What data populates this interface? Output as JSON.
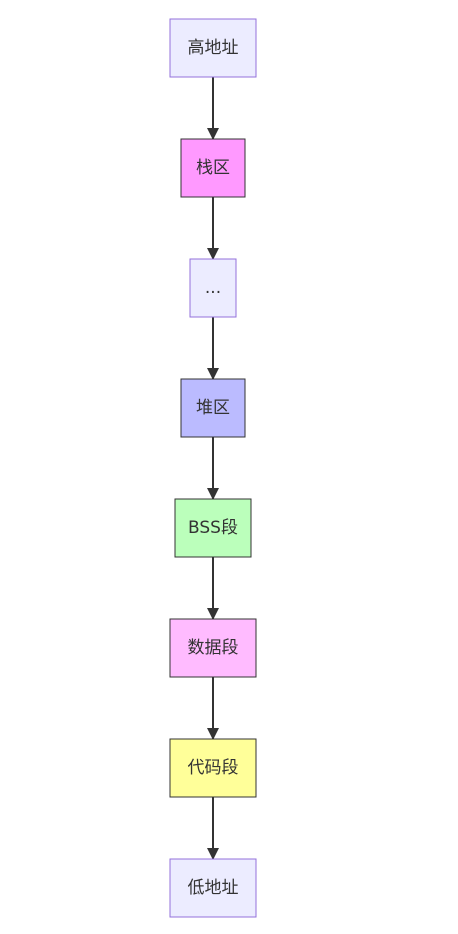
{
  "diagram": {
    "nodes": [
      {
        "id": "high",
        "label": "高地址",
        "fill": "#ECECFF",
        "stroke": "#9370DB"
      },
      {
        "id": "stack",
        "label": "栈区",
        "fill": "#FF99FF",
        "stroke": "#333333"
      },
      {
        "id": "ellipsis",
        "label": "...",
        "fill": "#ECECFF",
        "stroke": "#9370DB"
      },
      {
        "id": "heap",
        "label": "堆区",
        "fill": "#BBBBFF",
        "stroke": "#333333"
      },
      {
        "id": "bss",
        "label": "BSS段",
        "fill": "#BBFFBB",
        "stroke": "#333333"
      },
      {
        "id": "data",
        "label": "数据段",
        "fill": "#FFBBFF",
        "stroke": "#333333"
      },
      {
        "id": "code",
        "label": "代码段",
        "fill": "#FFFF99",
        "stroke": "#333333"
      },
      {
        "id": "low",
        "label": "低地址",
        "fill": "#ECECFF",
        "stroke": "#9370DB"
      }
    ],
    "edges": [
      {
        "from": "high",
        "to": "stack"
      },
      {
        "from": "stack",
        "to": "ellipsis"
      },
      {
        "from": "ellipsis",
        "to": "heap"
      },
      {
        "from": "heap",
        "to": "bss"
      },
      {
        "from": "bss",
        "to": "data"
      },
      {
        "from": "data",
        "to": "code"
      },
      {
        "from": "code",
        "to": "low"
      }
    ],
    "edge_color": "#333333"
  }
}
